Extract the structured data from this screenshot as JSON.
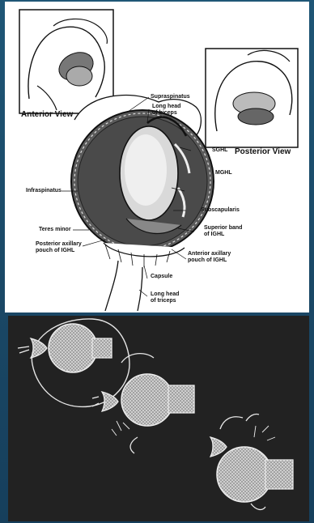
{
  "views": {
    "anterior": "Anterior View",
    "posterior": "Posterior View"
  },
  "labels": {
    "supraspinatus": "Supraspinatus",
    "biceps_line1": "Long head",
    "biceps_line2": "of biceps",
    "sghl": "SGHL",
    "mghl": "MGHL",
    "infraspinatus": "Infraspinatus",
    "subscapularis": "Subscapularis",
    "teres_minor": "Teres minor",
    "sup_band_line1": "Superior band",
    "sup_band_line2": "of IGHL",
    "post_pouch_line1": "Posterior axillary",
    "post_pouch_line2": "pouch of IGHL",
    "ant_axillary_line1": "Anterior axillary",
    "ant_axillary_line2": "pouch of IGHL",
    "capsule": "Capsule",
    "triceps_line1": "Long head",
    "triceps_line2": "of triceps"
  },
  "colors": {
    "background": "#1d4f6e",
    "panel_dark": "#222222",
    "line": "#111111"
  }
}
